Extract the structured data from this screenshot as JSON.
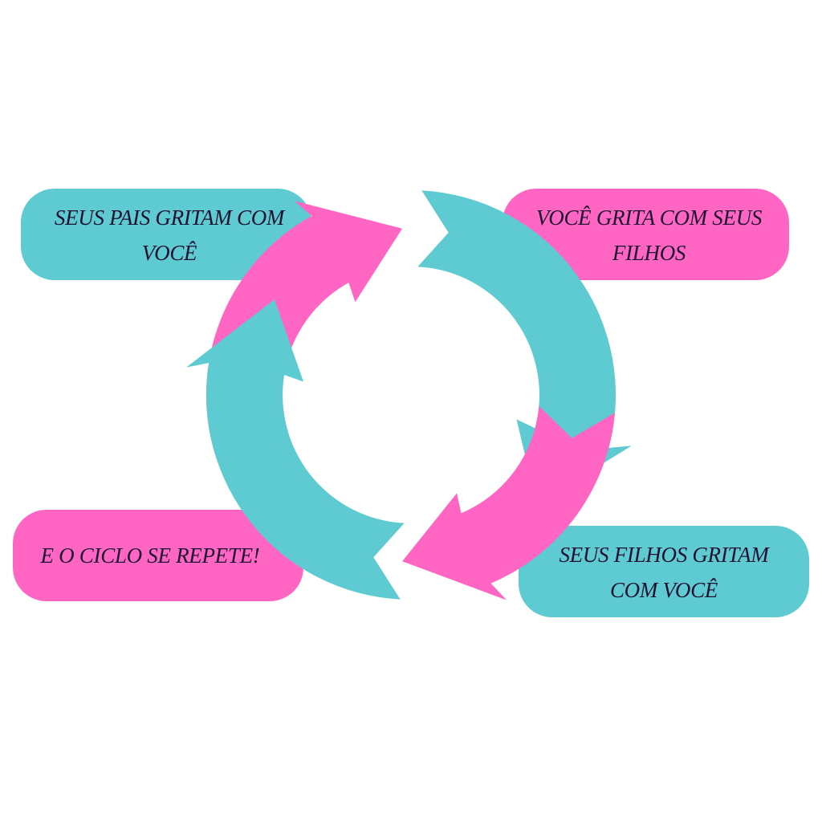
{
  "diagram": {
    "type": "cycle",
    "colors": {
      "pink": "#ff66c4",
      "teal": "#5ecad2",
      "text": "#1f1230",
      "background": "#ffffff"
    },
    "steps": [
      {
        "id": "tl",
        "text_lines": [
          "SEUS PAIS GRITAM COM",
          "VOCÊ"
        ],
        "color": "#5ecad2"
      },
      {
        "id": "tr",
        "text_lines": [
          "VOCÊ GRITA COM SEUS",
          "FILHOS"
        ],
        "color": "#ff66c4"
      },
      {
        "id": "br",
        "text_lines": [
          "SEUS FILHOS GRITAM",
          "COM VOCÊ"
        ],
        "color": "#5ecad2"
      },
      {
        "id": "bl",
        "text_lines": [
          "E O CICLO SE REPETE!"
        ],
        "color": "#ff66c4"
      }
    ],
    "arrows": [
      {
        "name": "arrow-top-left",
        "color": "#ff66c4",
        "direction": "clockwise"
      },
      {
        "name": "arrow-top-right",
        "color": "#5ecad2",
        "direction": "clockwise"
      },
      {
        "name": "arrow-bottom-right",
        "color": "#ff66c4",
        "direction": "clockwise"
      },
      {
        "name": "arrow-bottom-left",
        "color": "#5ecad2",
        "direction": "clockwise"
      }
    ]
  }
}
